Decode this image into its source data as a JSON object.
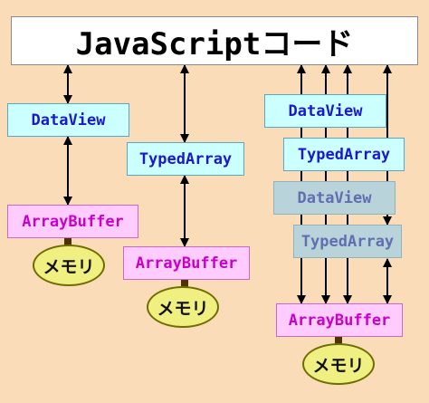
{
  "js_code": "JavaScriptコード",
  "col1": {
    "view": "DataView",
    "buffer": "ArrayBuffer",
    "memory": "メモリ"
  },
  "col2": {
    "view": "TypedArray",
    "buffer": "ArrayBuffer",
    "memory": "メモリ"
  },
  "col3": {
    "view1": "DataView",
    "view2": "TypedArray",
    "view3": "DataView",
    "view4": "TypedArray",
    "buffer": "ArrayBuffer",
    "memory": "メモリ"
  },
  "colors": {
    "background": "#fbdcb8",
    "view_fill": "#ccffff",
    "view_text": "#1a1acc",
    "buffer_fill": "#ffccff",
    "buffer_text": "#c800c8",
    "memory_fill": "#f0f082"
  }
}
